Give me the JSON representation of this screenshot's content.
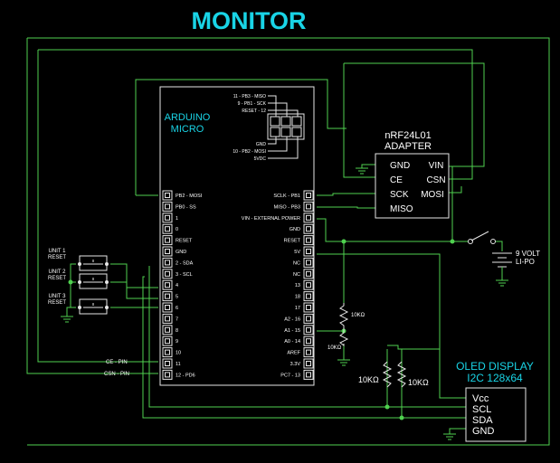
{
  "title": "MONITOR",
  "arduino": {
    "name_line1": "ARDUINO",
    "name_line2": "MICRO",
    "left_pins": [
      "PB2 - MOSI",
      "PB0 - SS",
      "1",
      "0",
      "RESET",
      "GND",
      "2 - SDA",
      "3 - SCL",
      "4",
      "5",
      "6",
      "7",
      "8",
      "9",
      "10",
      "11",
      "12 - PD6"
    ],
    "right_pins": [
      "SCLK - PB1",
      "MISO - PB3",
      "VIN - EXTERNAL POWER",
      "GND",
      "RESET",
      "5V",
      "NC",
      "NC",
      "13",
      "18",
      "17",
      "A2 - 16",
      "A1 - 15",
      "A0 - 14",
      "AREF",
      "3.3V",
      "PC7 - 13"
    ],
    "icsp_labels": [
      "11 - PB3 - MISO",
      "9 - PB1 - SCK",
      "RESET - 12",
      "GND",
      "10 - PB2 - MOSI",
      "5VDC"
    ]
  },
  "nrf": {
    "title_line1": "nRF24L01",
    "title_line2": "ADAPTER",
    "pins_left": [
      "GND",
      "CE",
      "SCK",
      "MISO"
    ],
    "pins_right": [
      "VIN",
      "CSN",
      "MOSI"
    ]
  },
  "buttons": [
    {
      "line1": "UNIT 1",
      "line2": "RESET"
    },
    {
      "line1": "UNIT 2",
      "line2": "RESET"
    },
    {
      "line1": "UNIT 3",
      "line2": "RESET"
    }
  ],
  "net_labels": {
    "ce_pin": "CE - PIN",
    "csn_pin": "CSN - PIN"
  },
  "battery": {
    "line1": "9 VOLT",
    "line2": "LI-PO"
  },
  "divider": {
    "r_top": "10KΩ",
    "r_bottom": "10KΩ"
  },
  "pullups": {
    "r1": "10KΩ",
    "r2": "10KΩ"
  },
  "oled": {
    "title_line1": "OLED DISPLAY",
    "title_line2": "I2C 128x64",
    "pins": [
      "Vcc",
      "SCL",
      "SDA",
      "GND"
    ]
  },
  "colors": {
    "title": "#19d4e6",
    "wire": "#4fd14f",
    "board": "#e6e6e6",
    "background": "#000000"
  }
}
